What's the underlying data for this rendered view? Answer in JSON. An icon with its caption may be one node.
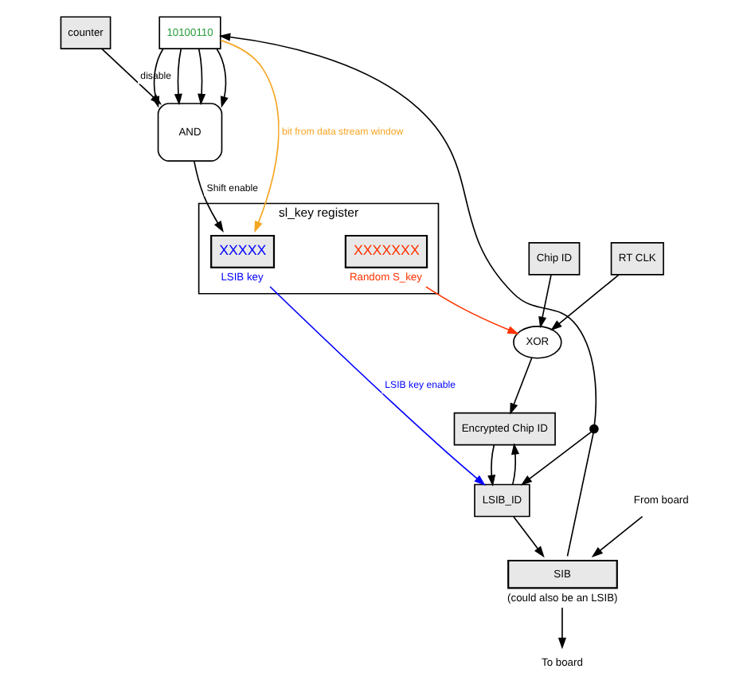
{
  "diagram": {
    "nodes": [
      {
        "text": [
          "counter"
        ]
      },
      {
        "text": [
          "AND"
        ]
      },
      {
        "text": [
          "sl_key register"
        ]
      },
      {
        "text": [
          "XXXXX"
        ],
        "in": 2,
        "beside": [
          "LSIB key"
        ]
      },
      {
        "text": [
          "XXXXXXX"
        ],
        "in": 2,
        "beside": [
          "Random S_key"
        ]
      },
      {
        "text": [
          "Chip ID"
        ]
      },
      {
        "text": [
          "XOR"
        ]
      },
      {
        "text": [
          "RT CLK"
        ]
      },
      {
        "text": [
          "Encrypted Chip ID"
        ]
      },
      {
        "text": [
          "LSIB_ID"
        ]
      },
      {
        "text": [
          "10100110"
        ]
      },
      {
        "text": [
          "SIB"
        ],
        "beside": [
          "(could also be an LSIB)"
        ]
      },
      {
        "text": [
          "From board"
        ]
      },
      {
        "text": [
          "To board"
        ]
      },
      {
        "text": [],
        "shape": "circle"
      }
    ],
    "edges": [
      {
        "from": 0,
        "to": 1,
        "arrow": "to",
        "label": "disable"
      },
      {
        "from": 10,
        "to": 1,
        "arrow": "to"
      },
      {
        "from": 10,
        "to": 1,
        "arrow": "to"
      },
      {
        "from": 10,
        "to": 1,
        "arrow": "to"
      },
      {
        "from": 10,
        "to": 1,
        "arrow": "to"
      },
      {
        "from": 1,
        "to": 3,
        "arrow": "to",
        "label": "Shift enable"
      },
      {
        "from": 10,
        "to": 3,
        "arrow": "to",
        "label": "bit from data stream window",
        "color": "#f5a623"
      },
      {
        "from": 3,
        "to": 9,
        "arrow": "to",
        "label": "LSIB key enable",
        "color": "#0000ff"
      },
      {
        "from": 4,
        "to": 6,
        "arrow": "to",
        "color": "#ff3300"
      },
      {
        "from": 5,
        "to": 6,
        "arrow": "to"
      },
      {
        "from": 7,
        "to": 6,
        "arrow": "to"
      },
      {
        "from": 6,
        "to": 8,
        "arrow": "to"
      },
      {
        "from": 8,
        "to": 9,
        "arrow": "to"
      },
      {
        "from": 9,
        "to": 8,
        "arrow": "to"
      },
      {
        "from": 9,
        "to": 11,
        "arrow": "to"
      },
      {
        "from": 12,
        "to": 11,
        "arrow": "to"
      },
      {
        "from": 11,
        "to": 13,
        "arrow": "to"
      },
      {
        "from": 11,
        "to": 14,
        "arrow": "none"
      },
      {
        "from": 14,
        "to": 10,
        "arrow": "to"
      },
      {
        "from": 14,
        "to": 9,
        "arrow": "to"
      }
    ]
  }
}
